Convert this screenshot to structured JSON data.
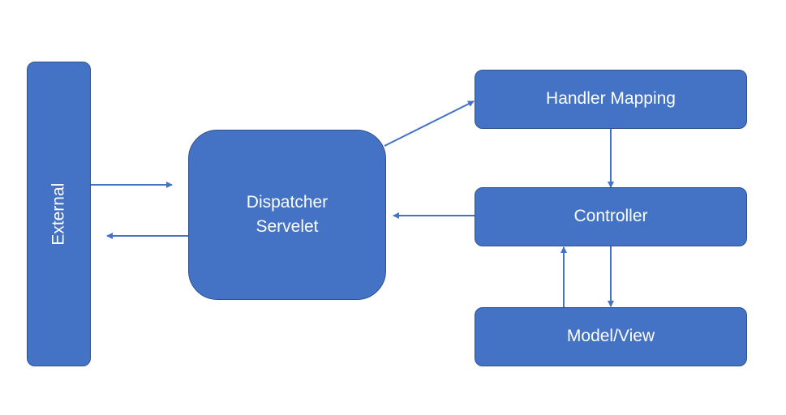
{
  "nodes": {
    "external": "External",
    "dispatcher_line1": "Dispatcher",
    "dispatcher_line2": "Servelet",
    "handler_mapping": "Handler Mapping",
    "controller": "Controller",
    "model_view": "Model/View"
  },
  "colors": {
    "node_fill": "#4472c4",
    "node_border": "#2f528f",
    "arrow": "#4472c4",
    "text": "#ffffff"
  }
}
